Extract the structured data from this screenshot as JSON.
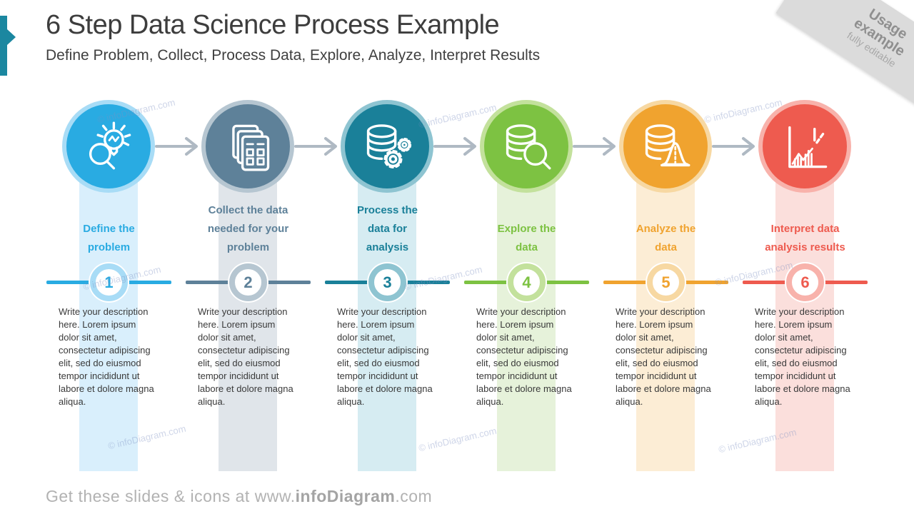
{
  "slide": {
    "title": "6 Step Data Science Process Example",
    "subtitle": "Define Problem, Collect, Process Data, Explore, Analyze, Interpret Results",
    "accent_color": "#1B87A0",
    "arrow_color": "#AFB9C3",
    "ribbon": {
      "line1": "Usage",
      "line2": "example",
      "line3": "fully editable"
    },
    "watermark": "© infoDiagram.com",
    "footer": {
      "prefix": "Get these slides & icons at www.",
      "brand": "infoDiagram",
      "suffix": ".com"
    }
  },
  "steps": [
    {
      "number": "1",
      "title": "Define the\nproblem",
      "icon": "idea-search-icon",
      "color": "#29ABE2",
      "tint": "#A8DCF6",
      "band": "#D9EFFC",
      "description": "Write your description\nhere. Lorem ipsum\ndolor sit amet,\nconsectetur adipiscing\nelit, sed do eiusmod\ntempor incididunt ut\nlabore et dolore magna\naliqua."
    },
    {
      "number": "2",
      "title": "Collect the data\nneeded for your\nproblem",
      "icon": "documents-calculator-icon",
      "color": "#5E8199",
      "tint": "#B6C6D1",
      "band": "#E0E5EA",
      "description": "Write your description\nhere. Lorem ipsum\ndolor sit amet,\nconsectetur adipiscing\nelit, sed do eiusmod\ntempor incididunt ut\nlabore et dolore magna\naliqua."
    },
    {
      "number": "3",
      "title": "Process the\ndata for\nanalysis",
      "icon": "database-gears-icon",
      "color": "#1A8099",
      "tint": "#8EC4D1",
      "band": "#D6ECF2",
      "description": "Write your description\nhere. Lorem ipsum\ndolor sit amet,\nconsectetur adipiscing\nelit, sed do eiusmod\ntempor incididunt ut\nlabore et dolore magna\naliqua."
    },
    {
      "number": "4",
      "title": "Explore the\ndata",
      "icon": "database-search-icon",
      "color": "#7DC242",
      "tint": "#C3E19C",
      "band": "#E6F2DA",
      "description": "Write your description\nhere. Lorem ipsum\ndolor sit amet,\nconsectetur adipiscing\nelit, sed do eiusmod\ntempor incididunt ut\nlabore et dolore magna\naliqua."
    },
    {
      "number": "5",
      "title": "Analyze the\ndata",
      "icon": "database-distribution-icon",
      "color": "#F0A32F",
      "tint": "#F7D8A2",
      "band": "#FCEDD5",
      "description": "Write your description\nhere. Lorem ipsum\ndolor sit amet,\nconsectetur adipiscing\nelit, sed do eiusmod\ntempor incididunt ut\nlabore et dolore magna\naliqua."
    },
    {
      "number": "6",
      "title": "Interpret data\nanalysis results",
      "icon": "chart-trend-icon",
      "color": "#EE5B4F",
      "tint": "#F8B2AB",
      "band": "#FBDFDC",
      "description": "Write your description\nhere. Lorem ipsum\ndolor sit amet,\nconsectetur adipiscing\nelit, sed do eiusmod\ntempor incididunt ut\nlabore et dolore magna\naliqua."
    }
  ]
}
